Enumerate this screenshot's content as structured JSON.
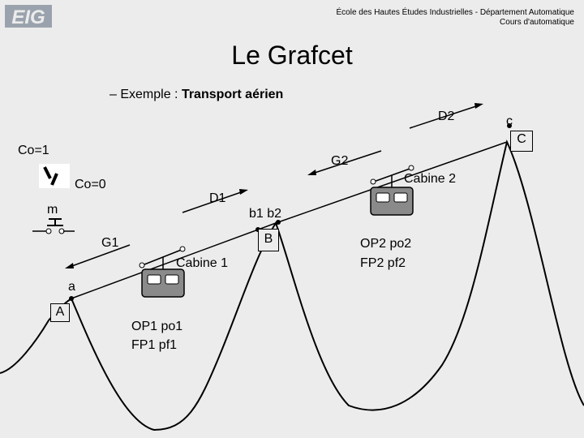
{
  "header": {
    "logo_text": "EIG",
    "line1": "École des Hautes Études Industrielles - Département Automatique",
    "line2": "Cours d'automatique"
  },
  "title": "Le Grafcet",
  "subtitle": {
    "prefix": "– Exemple : ",
    "bold": "Transport aérien"
  },
  "labels": {
    "co1": "Co=1",
    "co0": "Co=0",
    "m": "m",
    "a": "a",
    "A": "A",
    "G1": "G1",
    "D1": "D1",
    "cabine1": "Cabine 1",
    "op1": "OP1  po1",
    "fp1": "FP1  pf1",
    "b1b2": "b1 b2",
    "B": "B",
    "G2": "G2",
    "D2": "D2",
    "cabine2": "Cabine 2",
    "op2": "OP2  po2",
    "fp2": "FP2  pf2",
    "c": "c",
    "C": "C"
  }
}
